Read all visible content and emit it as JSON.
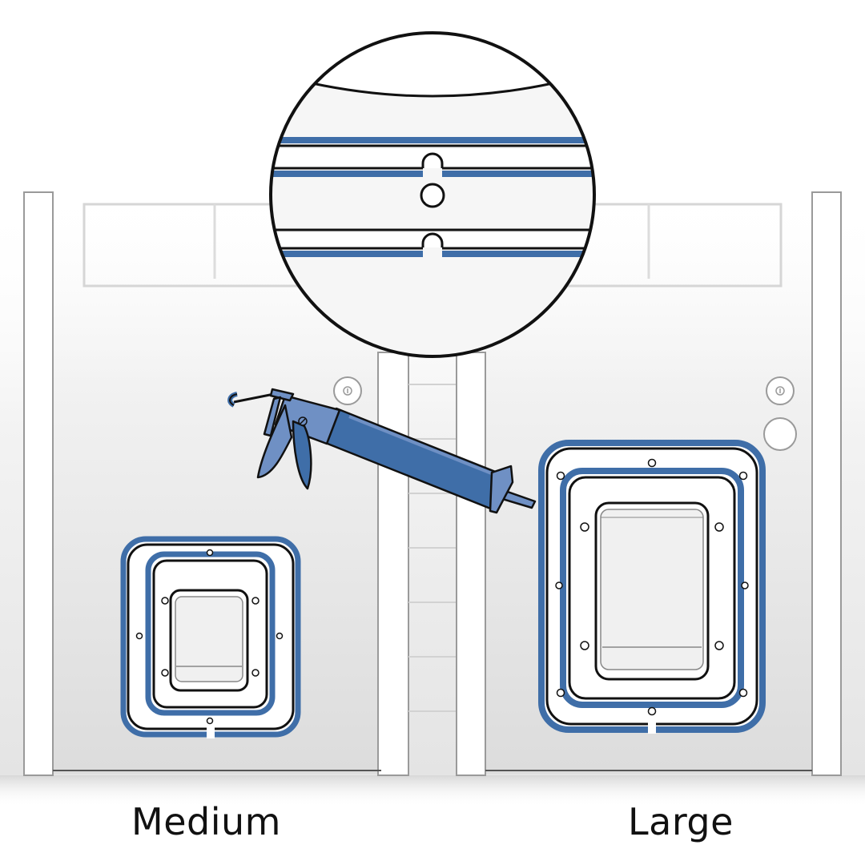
{
  "labels": {
    "medium": "Medium",
    "large": "Large"
  },
  "colors": {
    "seal_blue": "#3f6ea8",
    "caulk_gun_light": "#6f90c4",
    "caulk_gun_dark": "#3f6ea8",
    "outline": "#111111",
    "door_gray": "#ededed"
  },
  "icons": {
    "tool": "caulking-gun-icon",
    "magnifier": "detail-magnifier-circle"
  }
}
